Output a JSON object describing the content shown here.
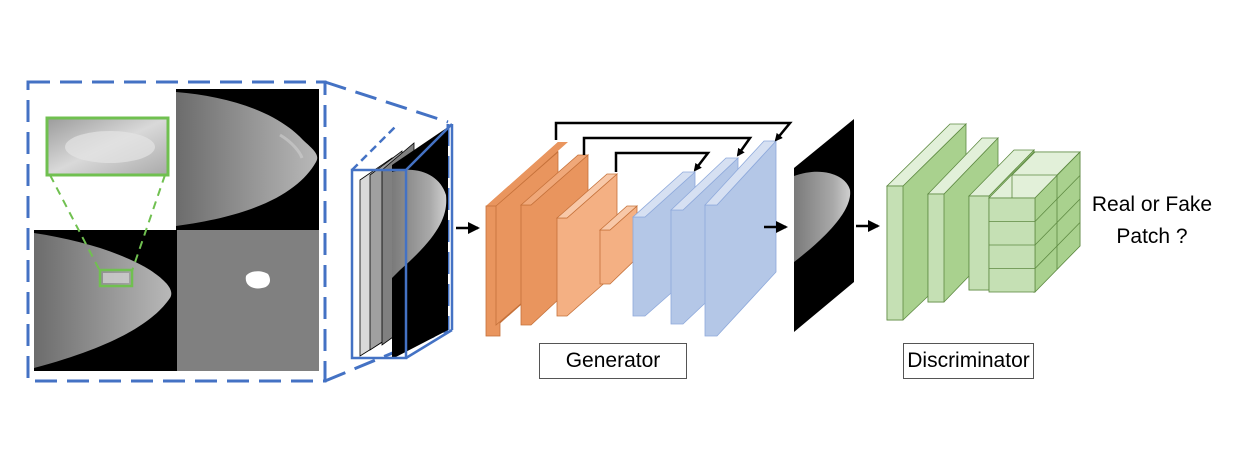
{
  "labels": {
    "generator": "Generator",
    "discriminator": "Discriminator",
    "output_line1": "Real or Fake",
    "output_line2": "Patch ?"
  },
  "colors": {
    "dashed_blue": "#4472C4",
    "generator_encoder": "#E9955E",
    "generator_encoder_light": "#F4B083",
    "generator_decoder": "#B4C7E7",
    "discriminator": "#A9D18E",
    "discriminator_light": "#C5E0B4",
    "roi_green": "#70C050"
  },
  "icons": {
    "input_panels": "mammogram-quad-icon",
    "input_stack": "image-stack-icon",
    "generated_patch": "mammogram-patch-icon",
    "arrow": "right-arrow-icon"
  }
}
